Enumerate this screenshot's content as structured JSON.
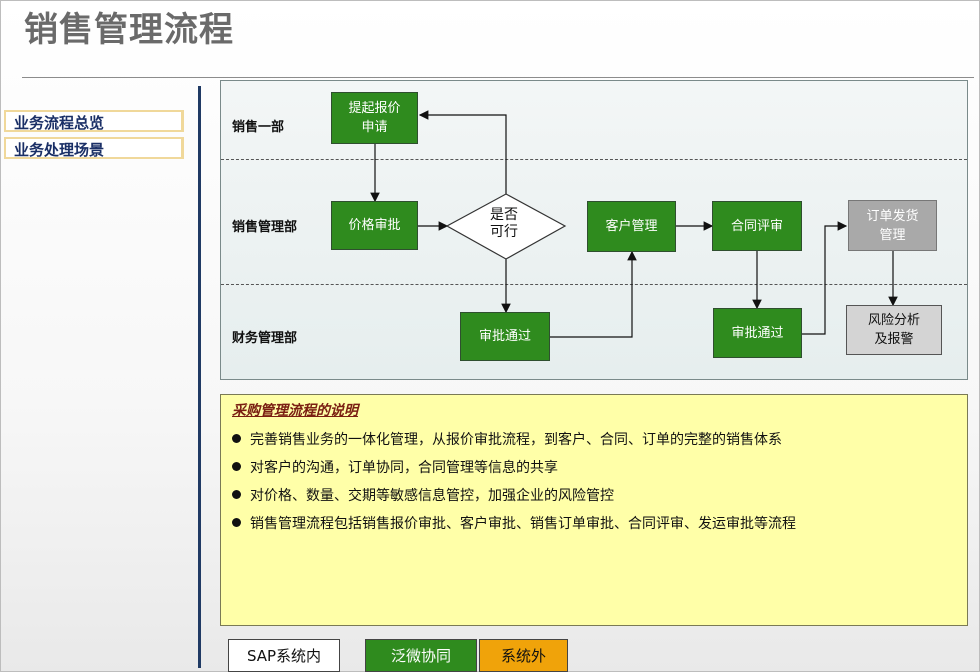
{
  "header": {
    "title": "销售管理流程"
  },
  "sidebar": {
    "items": [
      {
        "label": "业务流程总览"
      },
      {
        "label": "业务处理场景"
      }
    ]
  },
  "diagram": {
    "lanes": [
      "销售一部",
      "销售管理部",
      "财务管理部"
    ],
    "nodes": {
      "quote_request": "提起报价\n申请",
      "price_review": "价格审批",
      "decision": "是否\n可行",
      "customer_mgmt": "客户管理",
      "contract_review": "合同评审",
      "order_delivery": "订单发货\n管理",
      "finance_approve_1": "审批通过",
      "finance_approve_2": "审批通过",
      "risk_analysis": "风险分析\n及报警"
    }
  },
  "note": {
    "title": "采购管理流程的说明",
    "bullets": [
      "完善销售业务的一体化管理，从报价审批流程，到客户、合同、订单的完整的销售体系",
      "对客户的沟通，订单协同，合同管理等信息的共享",
      "对价格、数量、交期等敏感信息管控，加强企业的风险管控",
      "销售管理流程包括销售报价审批、客户审批、销售订单审批、合同评审、发运审批等流程"
    ]
  },
  "legend": {
    "items": [
      {
        "label": "SAP系统内",
        "color": "#ffffff"
      },
      {
        "label": "泛微协同",
        "color": "#2f8b1e"
      },
      {
        "label": "系统外",
        "color": "#f0a30a"
      }
    ]
  }
}
